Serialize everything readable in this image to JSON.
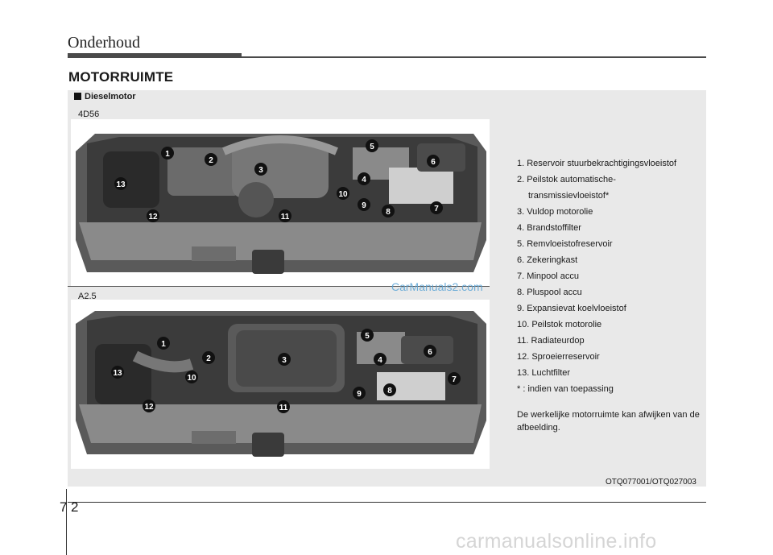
{
  "header": {
    "title": "Onderhoud"
  },
  "section": {
    "title": "MOTORRUIMTE"
  },
  "subsection": {
    "title": "Dieselmotor"
  },
  "engines": {
    "first_label": "4D56",
    "second_label": "A2.5"
  },
  "legend": {
    "items": [
      "1. Reservoir stuurbekrachtigingsvloeistof",
      "2. Peilstok automatische-",
      "transmissievloeistof*",
      "3. Vuldop motorolie",
      "4. Brandstoffilter",
      "5. Remvloeistofreservoir",
      "6. Zekeringkast",
      "7. Minpool accu",
      "8. Pluspool accu",
      "9. Expansievat koelvloeistof",
      "10. Peilstok motorolie",
      "11. Radiateurdop",
      "12. Sproeierreservoir",
      "13. Luchtfilter",
      "* : indien van toepassing"
    ],
    "note": "De werkelijke motorruimte kan afwijken van de afbeelding."
  },
  "callouts": [
    "1",
    "2",
    "3",
    "4",
    "5",
    "6",
    "7",
    "8",
    "9",
    "10",
    "11",
    "12",
    "13"
  ],
  "image_ref": "OTQ077001/OTQ027003",
  "watermark": "CarManuals2.com",
  "page": {
    "chapter": "7",
    "number": "2"
  },
  "footer": {
    "watermark": "carmanualsonline.info"
  }
}
